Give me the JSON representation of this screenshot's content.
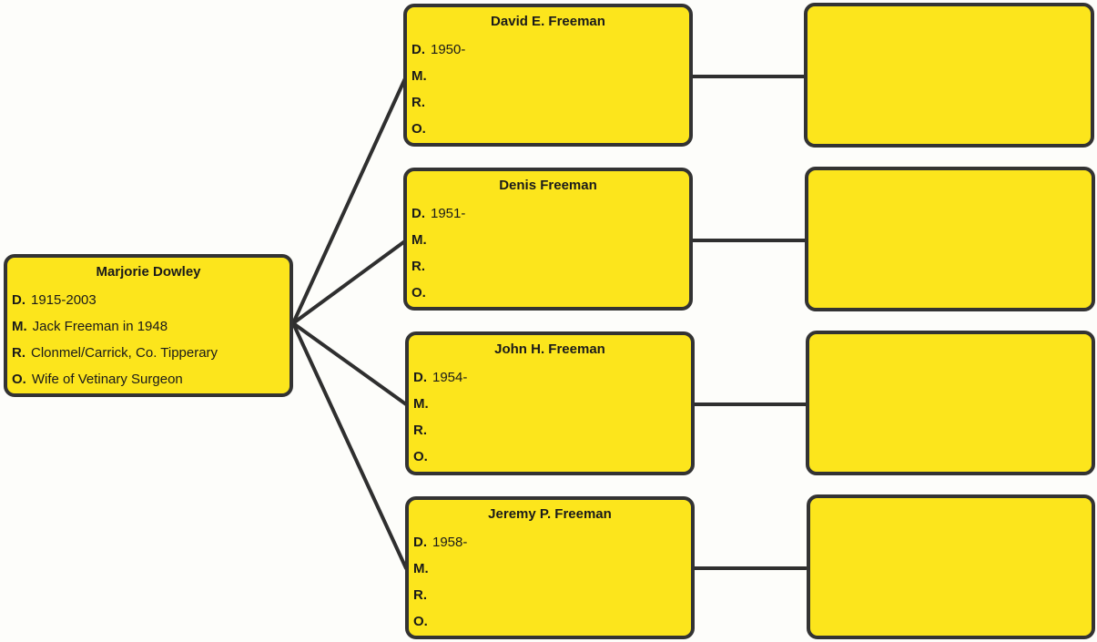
{
  "parent": {
    "name": "Marjorie Dowley",
    "fields": [
      {
        "label": "D.",
        "value": "1915-2003"
      },
      {
        "label": "M.",
        "value": "Jack Freeman in 1948"
      },
      {
        "label": "R.",
        "value": "Clonmel/Carrick, Co. Tipperary"
      },
      {
        "label": "O.",
        "value": "Wife of Vetinary Surgeon"
      }
    ]
  },
  "children": [
    {
      "name": "David E. Freeman",
      "fields": [
        {
          "label": "D.",
          "value": "1950-"
        },
        {
          "label": "M.",
          "value": ""
        },
        {
          "label": "R.",
          "value": ""
        },
        {
          "label": "O.",
          "value": ""
        }
      ]
    },
    {
      "name": "Denis Freeman",
      "fields": [
        {
          "label": "D.",
          "value": "1951-"
        },
        {
          "label": "M.",
          "value": ""
        },
        {
          "label": "R.",
          "value": ""
        },
        {
          "label": "O.",
          "value": ""
        }
      ]
    },
    {
      "name": "John H.  Freeman",
      "fields": [
        {
          "label": "D.",
          "value": "1954-"
        },
        {
          "label": "M.",
          "value": ""
        },
        {
          "label": "R.",
          "value": ""
        },
        {
          "label": "O.",
          "value": ""
        }
      ]
    },
    {
      "name": "Jeremy P. Freeman",
      "fields": [
        {
          "label": "D.",
          "value": "1958-"
        },
        {
          "label": "M.",
          "value": ""
        },
        {
          "label": "R.",
          "value": ""
        },
        {
          "label": "O.",
          "value": ""
        }
      ]
    }
  ],
  "colors": {
    "box_fill": "#fce51c",
    "box_border": "#333333",
    "connector": "#2f2f2f"
  }
}
